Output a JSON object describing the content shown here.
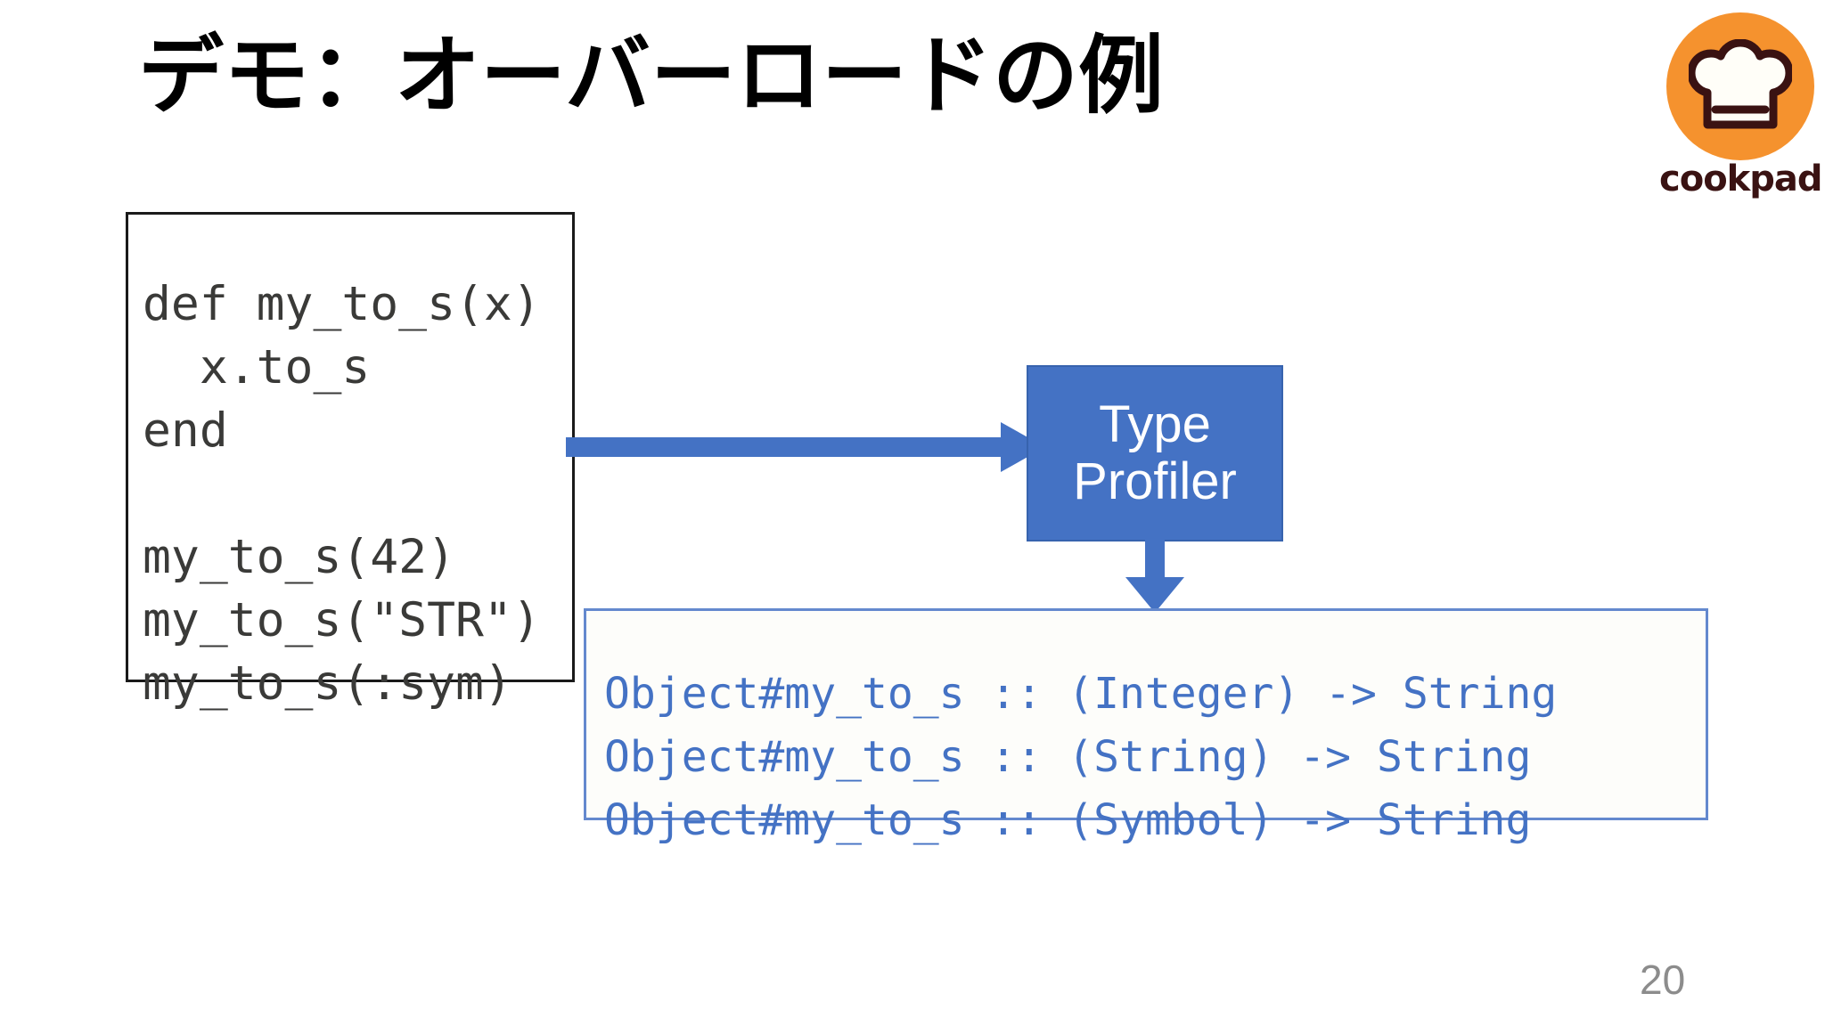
{
  "slide": {
    "title": "デモ：オーバーロードの例",
    "page_number": "20",
    "background_color": "#FFFFFF"
  },
  "logo": {
    "name": "cookpad-logo",
    "wordmark": "cookpad",
    "circle_color": "#F5922E",
    "hat_outline_color": "#3A1212",
    "hat_fill_color": "#FFFEF8",
    "wordmark_color": "#3A1212"
  },
  "code_box": {
    "name": "ruby-source-code",
    "text": "def my_to_s(x)\n  x.to_s\nend\n\nmy_to_s(42)\nmy_to_s(\"STR\")\nmy_to_s(:sym)",
    "lines": [
      "def my_to_s(x)",
      "  x.to_s",
      "end",
      "",
      "my_to_s(42)",
      "my_to_s(\"STR\")",
      "my_to_s(:sym)"
    ],
    "text_color": "#3A3A38",
    "border_color": "#1A1A1A"
  },
  "type_profiler": {
    "label": "Type\nProfiler",
    "fill_color": "#4472C4",
    "text_color": "#FFFFFF"
  },
  "arrows": {
    "code_to_profiler": "arrow-right",
    "profiler_to_output": "arrow-down",
    "color": "#4472C4"
  },
  "output_box": {
    "name": "type-profiler-output",
    "text": "Object#my_to_s :: (Integer) -> String\nObject#my_to_s :: (String) -> String\nObject#my_to_s :: (Symbol) -> String",
    "lines": [
      "Object#my_to_s :: (Integer) -> String",
      "Object#my_to_s :: (String) -> String",
      "Object#my_to_s :: (Symbol) -> String"
    ],
    "text_color": "#4472C4",
    "border_color": "#6489CE",
    "background_color": "#FDFDFA"
  }
}
